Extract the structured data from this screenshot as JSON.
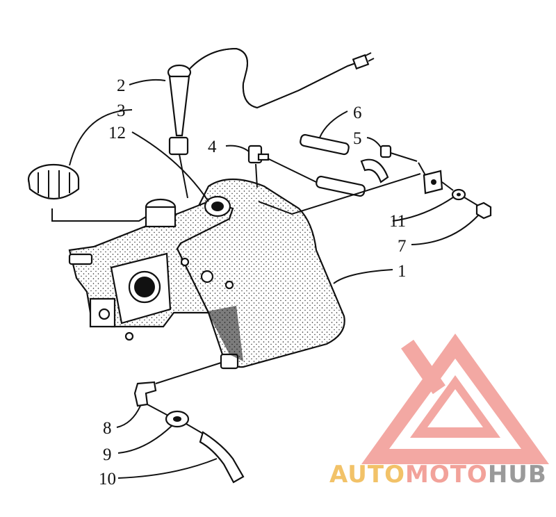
{
  "diagram": {
    "callouts": [
      "1",
      "2",
      "3",
      "4",
      "5",
      "6",
      "7",
      "8",
      "9",
      "10",
      "11",
      "12"
    ]
  },
  "watermark": {
    "auto": "AUTO",
    "moto": "MOTO",
    "hub": "HUB",
    "colors": {
      "auto": "#f2c268",
      "moto": "#f2a29a",
      "hub": "#9a9a9a",
      "logo": "#f19a94"
    }
  }
}
